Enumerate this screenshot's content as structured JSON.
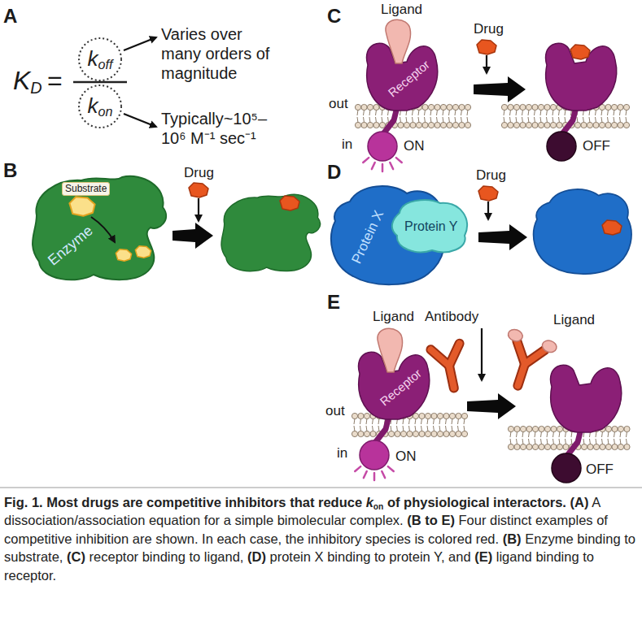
{
  "diagram": {
    "caption": "Fig. 1. Most drugs are competitive inhibitors that reduce kon of physiological interactors. (A) A dissociation/association equation for a simple bimolecular complex. (B to E) Four distinct examples of competitive inhibition are shown. In each case, the inhibitory species is colored red. (B) Enzyme binding to substrate, (C) receptor binding to ligand, (D) protein X binding to protein Y, and (E) ligand binding to receptor.",
    "nodes": [
      {
        "text": [
          "koff"
        ]
      },
      {
        "text": [
          "kon"
        ]
      },
      {
        "text": [
          "Enzyme"
        ]
      },
      {
        "text": [
          "Receptor"
        ]
      },
      {
        "text": [
          "Protein X"
        ]
      },
      {
        "text": [
          "Protein Y"
        ]
      },
      {
        "text": [
          "Receptor"
        ]
      }
    ],
    "labels": [
      "A",
      "KD",
      "=",
      "Varies over many orders of magnitude",
      "Typically~10⁵– 10⁶ M⁻¹ sec⁻¹",
      "B",
      "Substrate",
      "Drug",
      "C",
      "Ligand",
      "out",
      "in",
      "ON",
      "Drug",
      "OFF",
      "D",
      "Drug",
      "E",
      "Ligand",
      "out",
      "in",
      "ON",
      "Antibody",
      "Ligand",
      "OFF"
    ]
  }
}
